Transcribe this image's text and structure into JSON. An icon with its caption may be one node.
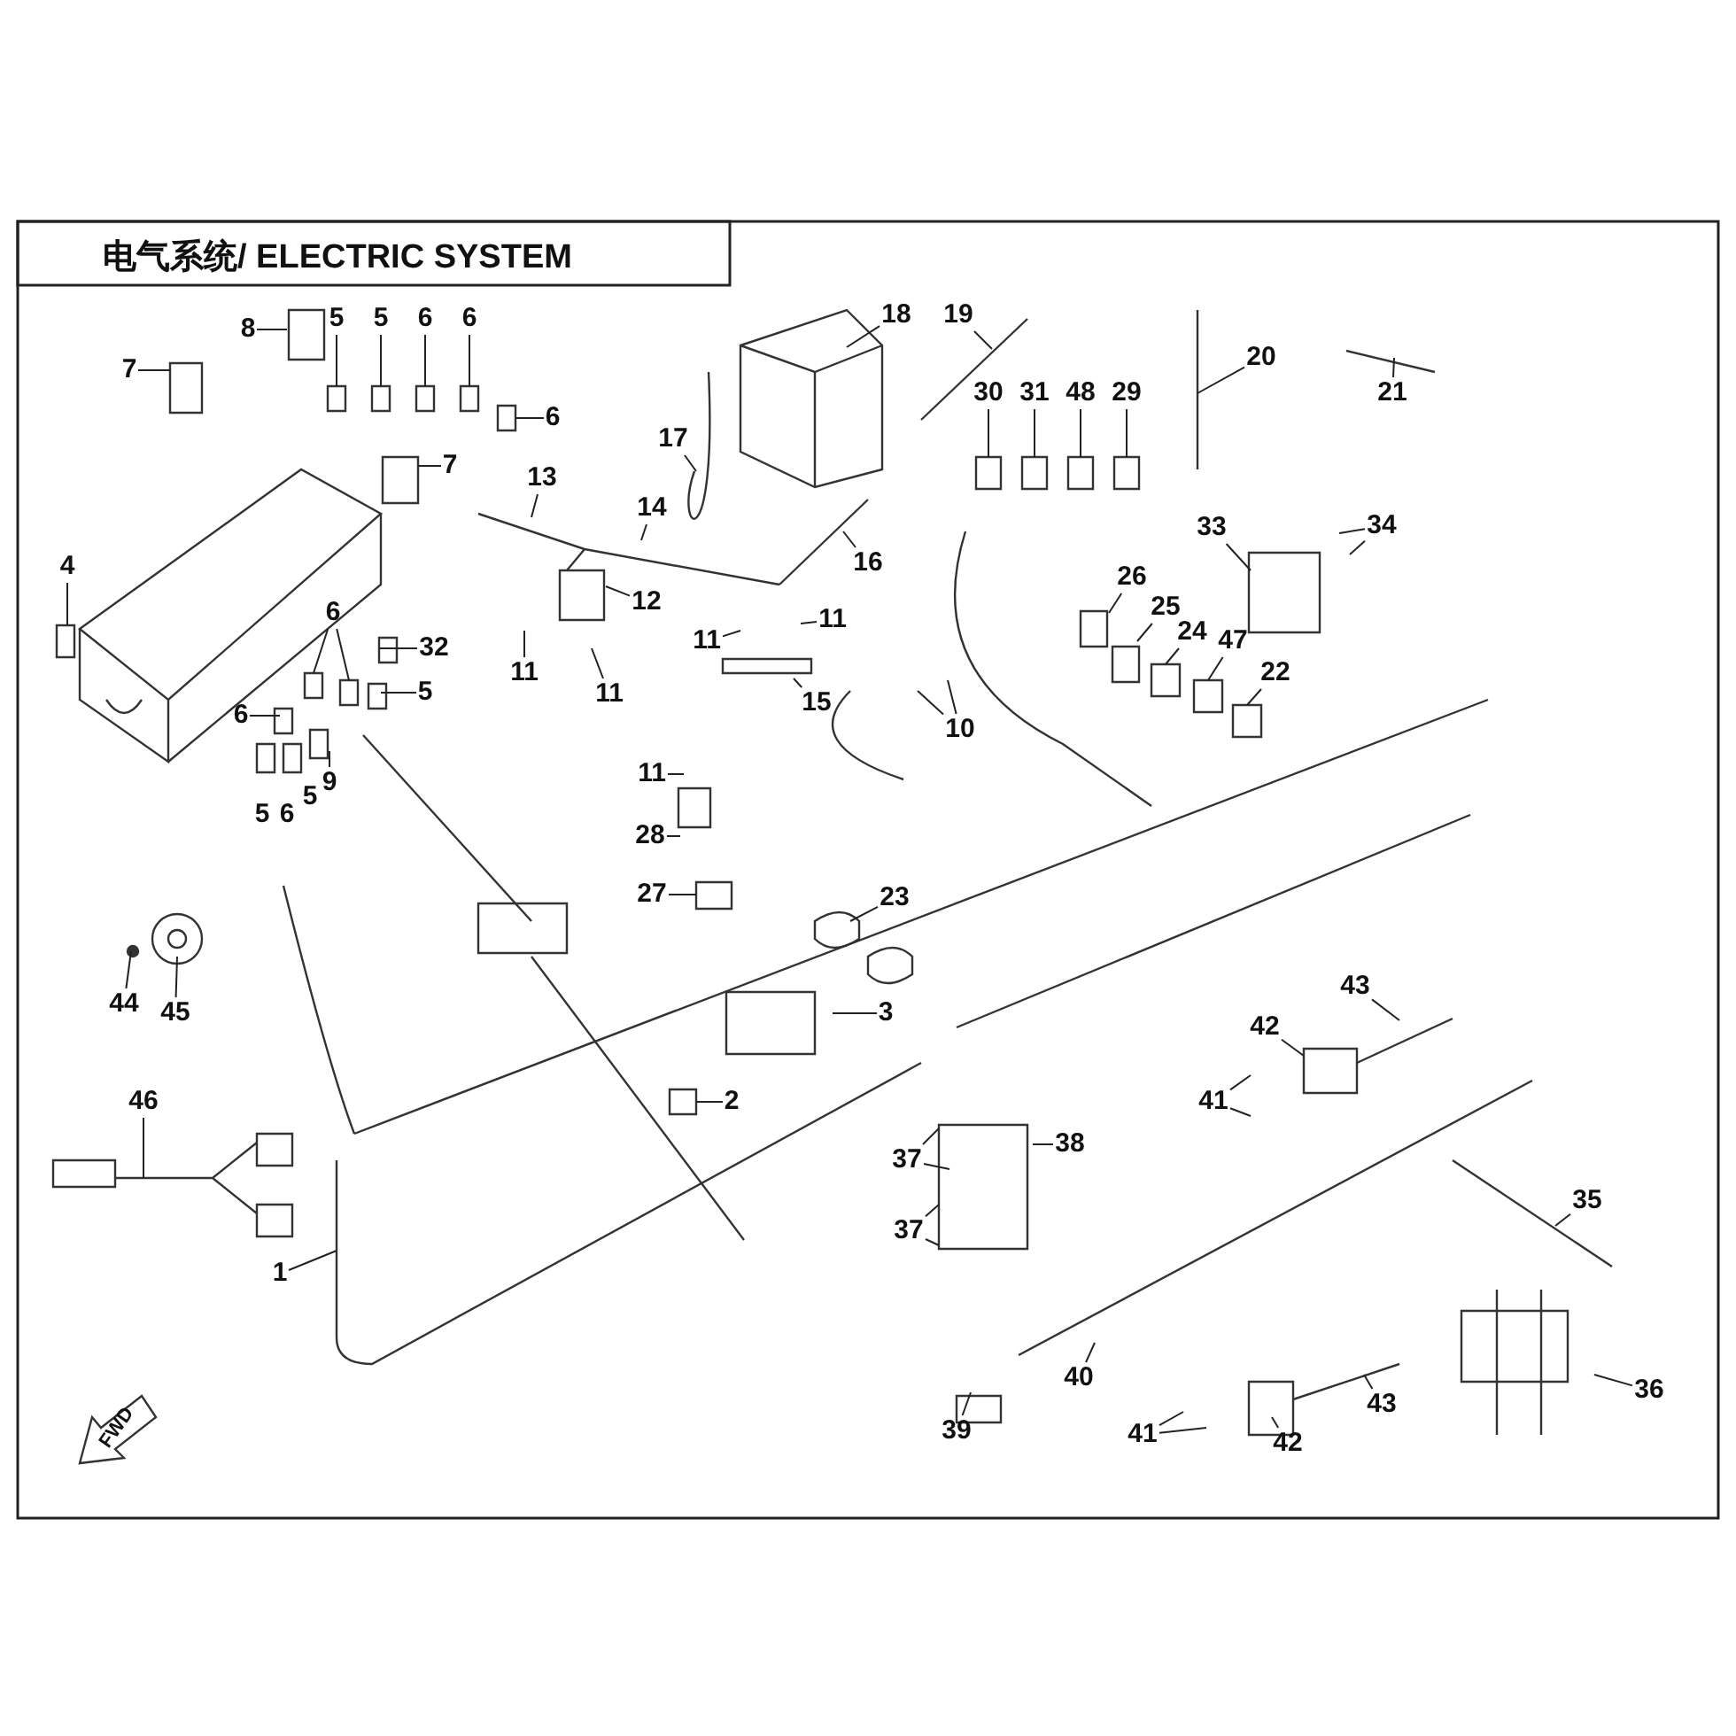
{
  "diagram": {
    "title": "电气系统/ ELECTRIC SYSTEM",
    "nodes": [
      {
        "text": [
          "8"
        ]
      },
      {
        "text": [
          "6"
        ]
      },
      {
        "text": [
          "6"
        ]
      },
      {
        "text": [
          "6"
        ]
      },
      {
        "text": [
          "18"
        ]
      },
      {
        "text": [
          "19"
        ]
      },
      {
        "text": [
          "20"
        ]
      },
      {
        "text": [
          "5"
        ]
      },
      {
        "text": [
          "7"
        ]
      },
      {
        "text": [
          "5"
        ]
      },
      {
        "text": [
          "21"
        ]
      },
      {
        "text": [
          "30"
        ]
      },
      {
        "text": [
          "31"
        ]
      },
      {
        "text": [
          "48"
        ]
      },
      {
        "text": [
          "17"
        ]
      },
      {
        "text": [
          "7"
        ]
      },
      {
        "text": [
          "29"
        ]
      },
      {
        "text": [
          "13"
        ]
      },
      {
        "text": [
          "14"
        ]
      },
      {
        "text": [
          "34"
        ]
      },
      {
        "text": [
          "33"
        ]
      },
      {
        "text": [
          "16"
        ]
      },
      {
        "text": [
          "4"
        ]
      },
      {
        "text": [
          "26"
        ]
      },
      {
        "text": [
          "25"
        ]
      },
      {
        "text": [
          "12"
        ]
      },
      {
        "text": [
          "11"
        ]
      },
      {
        "text": [
          "6"
        ]
      },
      {
        "text": [
          "24"
        ]
      },
      {
        "text": [
          "11"
        ]
      },
      {
        "text": [
          "32"
        ]
      },
      {
        "text": [
          "47"
        ]
      },
      {
        "text": [
          "11"
        ]
      },
      {
        "text": [
          "22"
        ]
      },
      {
        "text": [
          "11"
        ]
      },
      {
        "text": [
          "5"
        ]
      },
      {
        "text": [
          "15"
        ]
      },
      {
        "text": [
          "6"
        ]
      },
      {
        "text": [
          "10"
        ]
      },
      {
        "text": [
          "11"
        ]
      },
      {
        "text": [
          "9"
        ]
      },
      {
        "text": [
          "28"
        ]
      },
      {
        "text": [
          "27"
        ]
      },
      {
        "text": [
          "23"
        ]
      },
      {
        "text": [
          "44"
        ]
      },
      {
        "text": [
          "45"
        ]
      },
      {
        "text": [
          "43"
        ]
      },
      {
        "text": [
          "3"
        ]
      },
      {
        "text": [
          "42"
        ]
      },
      {
        "text": [
          "41"
        ]
      },
      {
        "text": [
          "2"
        ]
      },
      {
        "text": [
          "46"
        ]
      },
      {
        "text": [
          "38"
        ]
      },
      {
        "text": [
          "37"
        ]
      },
      {
        "text": [
          "35"
        ]
      },
      {
        "text": [
          "37"
        ]
      },
      {
        "text": [
          "1"
        ]
      },
      {
        "text": [
          "40"
        ]
      },
      {
        "text": [
          "36"
        ]
      },
      {
        "text": [
          "43"
        ]
      },
      {
        "text": [
          "39"
        ]
      },
      {
        "text": [
          "41"
        ]
      },
      {
        "text": [
          "42"
        ]
      }
    ],
    "edges": [
      {
        "from": 0,
        "to": null,
        "arrow": "none"
      },
      {
        "from": 1,
        "to": null,
        "arrow": "none"
      },
      {
        "from": 2,
        "to": null,
        "arrow": "none"
      },
      {
        "from": 3,
        "to": null,
        "arrow": "none"
      },
      {
        "from": 4,
        "to": null,
        "arrow": "none"
      },
      {
        "from": 5,
        "to": null,
        "arrow": "none"
      },
      {
        "from": 6,
        "to": null,
        "arrow": "none"
      },
      {
        "from": 7,
        "to": null,
        "arrow": "none"
      },
      {
        "from": 8,
        "to": null,
        "arrow": "none"
      },
      {
        "from": 9,
        "to": null,
        "arrow": "none"
      },
      {
        "from": 10,
        "to": null,
        "arrow": "none"
      },
      {
        "from": 11,
        "to": null,
        "arrow": "none"
      },
      {
        "from": 12,
        "to": null,
        "arrow": "none"
      },
      {
        "from": 13,
        "to": null,
        "arrow": "none"
      },
      {
        "from": 14,
        "to": null,
        "arrow": "none"
      },
      {
        "from": 15,
        "to": null,
        "arrow": "none"
      },
      {
        "from": 16,
        "to": null,
        "arrow": "none"
      },
      {
        "from": 17,
        "to": null,
        "arrow": "none"
      },
      {
        "from": 18,
        "to": null,
        "arrow": "none"
      },
      {
        "from": 19,
        "to": null,
        "arrow": "none"
      },
      {
        "from": 19,
        "to": null,
        "arrow": "none"
      },
      {
        "from": 20,
        "to": null,
        "arrow": "none"
      },
      {
        "from": 21,
        "to": null,
        "arrow": "none"
      },
      {
        "from": 22,
        "to": null,
        "arrow": "none"
      },
      {
        "from": 23,
        "to": null,
        "arrow": "none"
      },
      {
        "from": 24,
        "to": null,
        "arrow": "none"
      },
      {
        "from": 25,
        "to": null,
        "arrow": "none"
      },
      {
        "from": 26,
        "to": null,
        "arrow": "none"
      },
      {
        "from": 27,
        "to": null,
        "arrow": "none"
      },
      {
        "from": 27,
        "to": null,
        "arrow": "none"
      },
      {
        "from": 28,
        "to": null,
        "arrow": "none"
      },
      {
        "from": 29,
        "to": null,
        "arrow": "none"
      },
      {
        "from": 30,
        "to": null,
        "arrow": "none"
      },
      {
        "from": 31,
        "to": null,
        "arrow": "none"
      },
      {
        "from": 32,
        "to": null,
        "arrow": "none"
      },
      {
        "from": 33,
        "to": null,
        "arrow": "none"
      },
      {
        "from": 34,
        "to": null,
        "arrow": "none"
      },
      {
        "from": 35,
        "to": null,
        "arrow": "none"
      },
      {
        "from": 36,
        "to": null,
        "arrow": "none"
      },
      {
        "from": 37,
        "to": null,
        "arrow": "none"
      },
      {
        "from": 38,
        "to": null,
        "arrow": "none"
      },
      {
        "from": 38,
        "to": null,
        "arrow": "none"
      },
      {
        "from": 39,
        "to": null,
        "arrow": "none"
      },
      {
        "from": 40,
        "to": null,
        "arrow": "none"
      },
      {
        "from": 41,
        "to": null,
        "arrow": "none"
      },
      {
        "from": 42,
        "to": null,
        "arrow": "none"
      },
      {
        "from": 43,
        "to": null,
        "arrow": "none"
      },
      {
        "from": 44,
        "to": null,
        "arrow": "none"
      },
      {
        "from": 45,
        "to": null,
        "arrow": "none"
      },
      {
        "from": 46,
        "to": null,
        "arrow": "none"
      },
      {
        "from": 47,
        "to": null,
        "arrow": "none"
      },
      {
        "from": 48,
        "to": null,
        "arrow": "none"
      },
      {
        "from": 49,
        "to": null,
        "arrow": "none"
      },
      {
        "from": 49,
        "to": null,
        "arrow": "none"
      },
      {
        "from": 50,
        "to": null,
        "arrow": "none"
      },
      {
        "from": 51,
        "to": null,
        "arrow": "none"
      },
      {
        "from": 52,
        "to": null,
        "arrow": "none"
      },
      {
        "from": 53,
        "to": null,
        "arrow": "none"
      },
      {
        "from": 53,
        "to": null,
        "arrow": "none"
      },
      {
        "from": 54,
        "to": null,
        "arrow": "none"
      },
      {
        "from": 55,
        "to": null,
        "arrow": "none"
      },
      {
        "from": 55,
        "to": null,
        "arrow": "none"
      },
      {
        "from": 56,
        "to": null,
        "arrow": "none"
      },
      {
        "from": 57,
        "to": null,
        "arrow": "none"
      },
      {
        "from": 58,
        "to": null,
        "arrow": "none"
      },
      {
        "from": 59,
        "to": null,
        "arrow": "none"
      },
      {
        "from": 60,
        "to": null,
        "arrow": "none"
      },
      {
        "from": 61,
        "to": null,
        "arrow": "none"
      },
      {
        "from": 61,
        "to": null,
        "arrow": "none"
      },
      {
        "from": 62,
        "to": null,
        "arrow": "none"
      }
    ],
    "labels": [
      "5",
      "5",
      "6",
      "FWD"
    ]
  }
}
